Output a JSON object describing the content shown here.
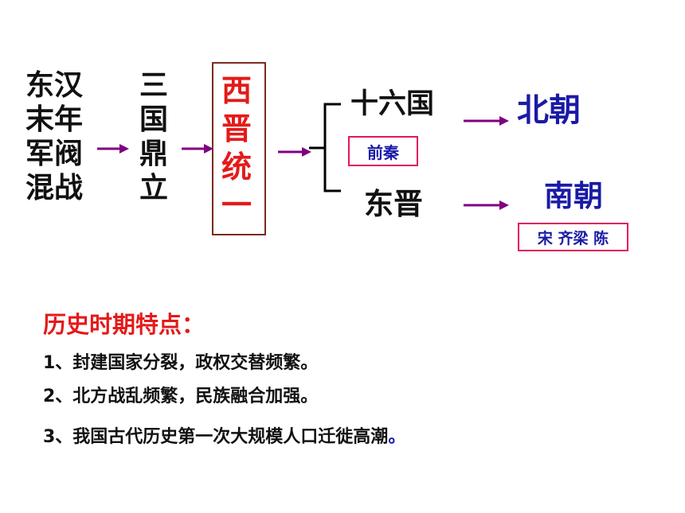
{
  "colors": {
    "arrow": "#800080",
    "title_red": "#e41a1a",
    "dynasty_blue": "#1a1aa6",
    "box_pink": "#e0195b",
    "box_dark": "#7a2b1f",
    "text_black": "#111111"
  },
  "stages": {
    "stage1": "东汉\n末年\n军阀\n混战",
    "stage2": "三\n国\n鼎\n立",
    "stage3": "西\n晋\n统\n一"
  },
  "branches": {
    "upper": "十六国",
    "upper_sub": "前秦",
    "upper_result": "北朝",
    "lower": "东晋",
    "lower_result": "南朝",
    "lower_sub": "宋 齐梁 陈"
  },
  "notes": {
    "title": "历史时期特点：",
    "items": [
      "1、封建国家分裂，政权交替频繁。",
      "2、北方战乱频繁，民族融合加强。",
      "3、我国古代历史第一次大规模人口迁徙高潮"
    ],
    "final_mark": "。"
  }
}
